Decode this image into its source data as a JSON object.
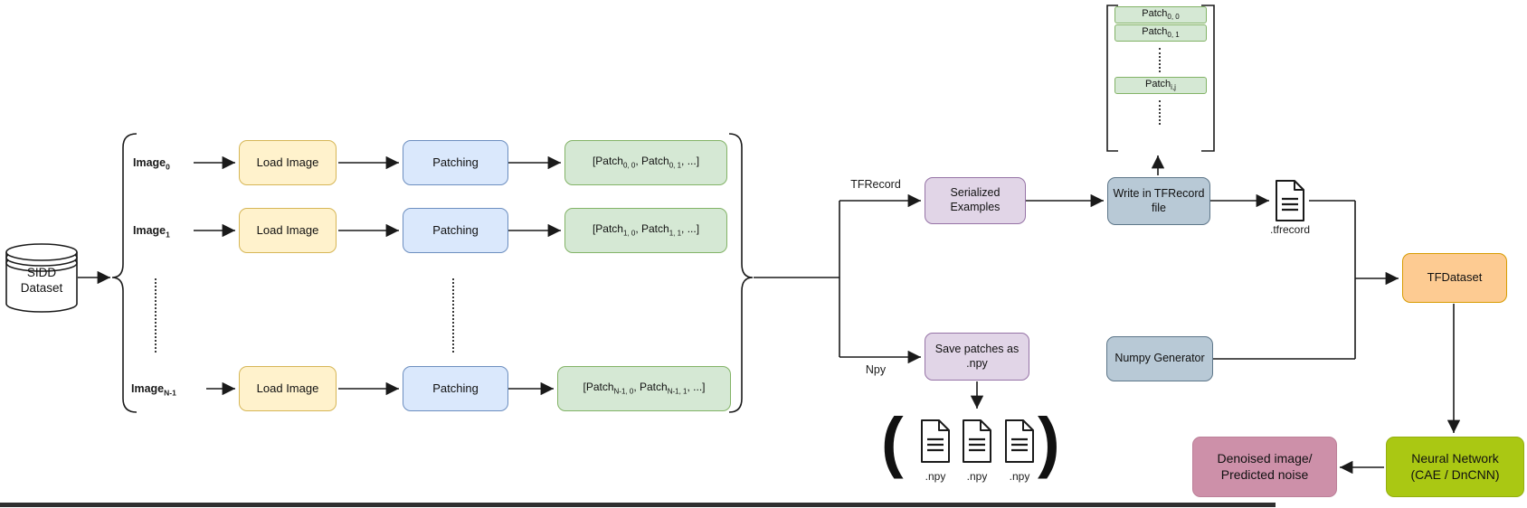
{
  "database": {
    "line1": "SIDD",
    "line2": "Dataset"
  },
  "branch_labels": {
    "tfrecord": "TFRecord",
    "npy": "Npy"
  },
  "rows": [
    {
      "image": "Image",
      "image_sub": "0",
      "load": "Load Image",
      "patching": "Patching",
      "list": {
        "open": "[Patch",
        "sub1": "0, 0",
        "mid": ", Patch",
        "sub2": "0, 1",
        "close": ", ...]"
      }
    },
    {
      "image": "Image",
      "image_sub": "1",
      "load": "Load Image",
      "patching": "Patching",
      "list": {
        "open": "[Patch",
        "sub1": "1, 0",
        "mid": ", Patch",
        "sub2": "1, 1",
        "close": ", ...]"
      }
    },
    {
      "image": "Image",
      "image_sub": "N-1",
      "load": "Load Image",
      "patching": "Patching",
      "list": {
        "open": "[Patch",
        "sub1": "N-1, 0",
        "mid": ", Patch",
        "sub2": "N-1, 1",
        "close": ", ...]"
      }
    }
  ],
  "patch_stack": {
    "items": [
      {
        "base": "Patch",
        "sub": "0, 0"
      },
      {
        "base": "Patch",
        "sub": "0, 1"
      },
      {
        "base": "Patch",
        "sub": "i,j"
      }
    ]
  },
  "tfrecord_branch": {
    "serialized_line1": "Serialized",
    "serialized_line2": "Examples",
    "write_line1": "Write in TFRecord",
    "write_line2": "file",
    "file_label": ".tfrecord"
  },
  "npy_branch": {
    "save_line1": "Save patches as",
    "save_line2": ".npy",
    "generator": "Numpy Generator",
    "file_labels": [
      ".npy",
      ".npy",
      ".npy"
    ],
    "open_paren": "(",
    "close_paren": ")"
  },
  "output": {
    "tfdataset": "TFDataset",
    "nn_line1": "Neural Network",
    "nn_line2": "(CAE / DnCNN)",
    "result_line1": "Denoised image/",
    "result_line2": "Predicted noise"
  },
  "colors": {
    "yellow_fill": "#FFF2CC",
    "yellow_border": "#D6B656",
    "blue_fill": "#DAE8FC",
    "blue_border": "#6C8EBF",
    "green_fill": "#D5E8D4",
    "green_border": "#82B366",
    "purple_fill": "#E1D5E7",
    "purple_border": "#9673A6",
    "bluegray_fill": "#B8C9D6",
    "bluegray_border": "#5D7689",
    "orange_fill": "#FDCB92",
    "orange_border": "#D79B00",
    "nn_green_fill": "#AAC813",
    "pink_fill": "#CD90A9",
    "line": "#1A1A1A"
  }
}
